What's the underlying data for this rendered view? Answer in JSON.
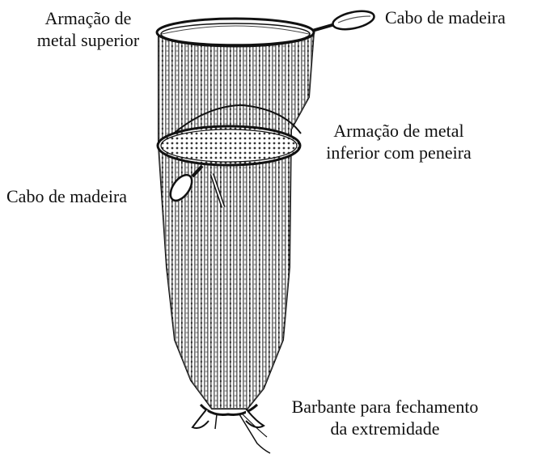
{
  "labels": {
    "top_left": {
      "line1": "Armação de",
      "line2": "metal superior"
    },
    "top_right": "Cabo de madeira",
    "mid_right": {
      "line1": "Armação de metal",
      "line2": "inferior com peneira"
    },
    "mid_left": "Cabo de madeira",
    "bottom": {
      "line1": "Barbante para fechamento",
      "line2": "da extremidade"
    }
  },
  "colors": {
    "ink": "#111111",
    "background": "#ffffff"
  }
}
